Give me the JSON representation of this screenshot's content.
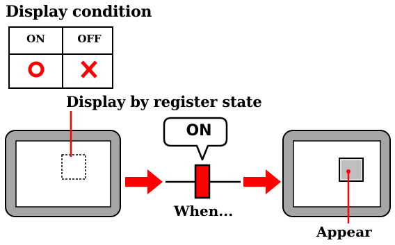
{
  "title": "Display condition",
  "condition_table": {
    "headers": [
      "ON",
      "OFF"
    ],
    "symbols": [
      {
        "icon": "circle-icon",
        "color": "#ff0000"
      },
      {
        "icon": "cross-icon",
        "color": "#ff0000"
      }
    ]
  },
  "register_label": "Display by register state",
  "bubble_text": "ON",
  "when_label": "When...",
  "appear_label": "Appear",
  "colors": {
    "accent": "#ff0000",
    "screen_frame": "#a6a6a6",
    "outline": "#000000",
    "indicator_fill": "#bfbfbf"
  }
}
